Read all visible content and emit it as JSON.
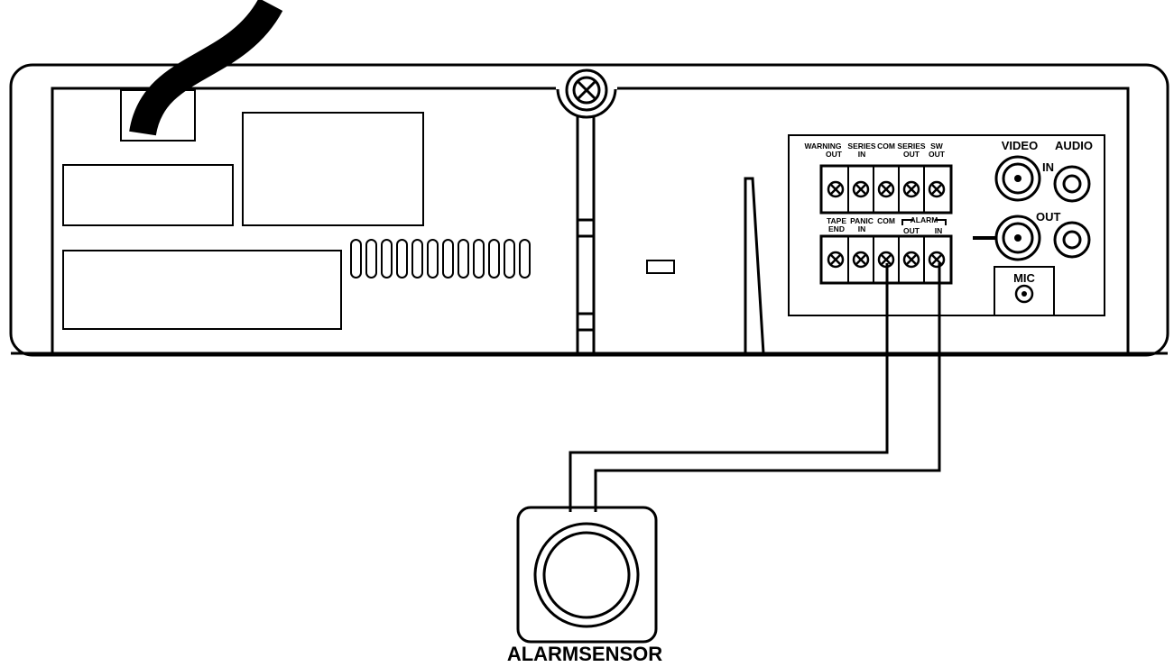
{
  "terminals_top": {
    "warning_out": {
      "line1": "WARNING",
      "line2": "OUT"
    },
    "series_in": {
      "line1": "SERIES",
      "line2": "IN"
    },
    "com": {
      "line1": "COM"
    },
    "series_out": {
      "line1": "SERIES",
      "line2": "OUT"
    },
    "sw_out": {
      "line1": "SW",
      "line2": "OUT"
    }
  },
  "terminals_bottom": {
    "tape_end": {
      "line1": "TAPE",
      "line2": "END"
    },
    "panic_in": {
      "line1": "PANIC",
      "line2": "IN"
    },
    "com": {
      "line1": "COM"
    },
    "alarm": {
      "label": "ALARM",
      "out": "OUT",
      "in": "IN"
    }
  },
  "av": {
    "video": "VIDEO",
    "audio": "AUDIO",
    "in": "IN",
    "out": "OUT",
    "mic": "MIC"
  },
  "sensor": {
    "label": "ALARMSENSOR"
  },
  "colors": {
    "line": "#000000",
    "background": "#ffffff"
  }
}
